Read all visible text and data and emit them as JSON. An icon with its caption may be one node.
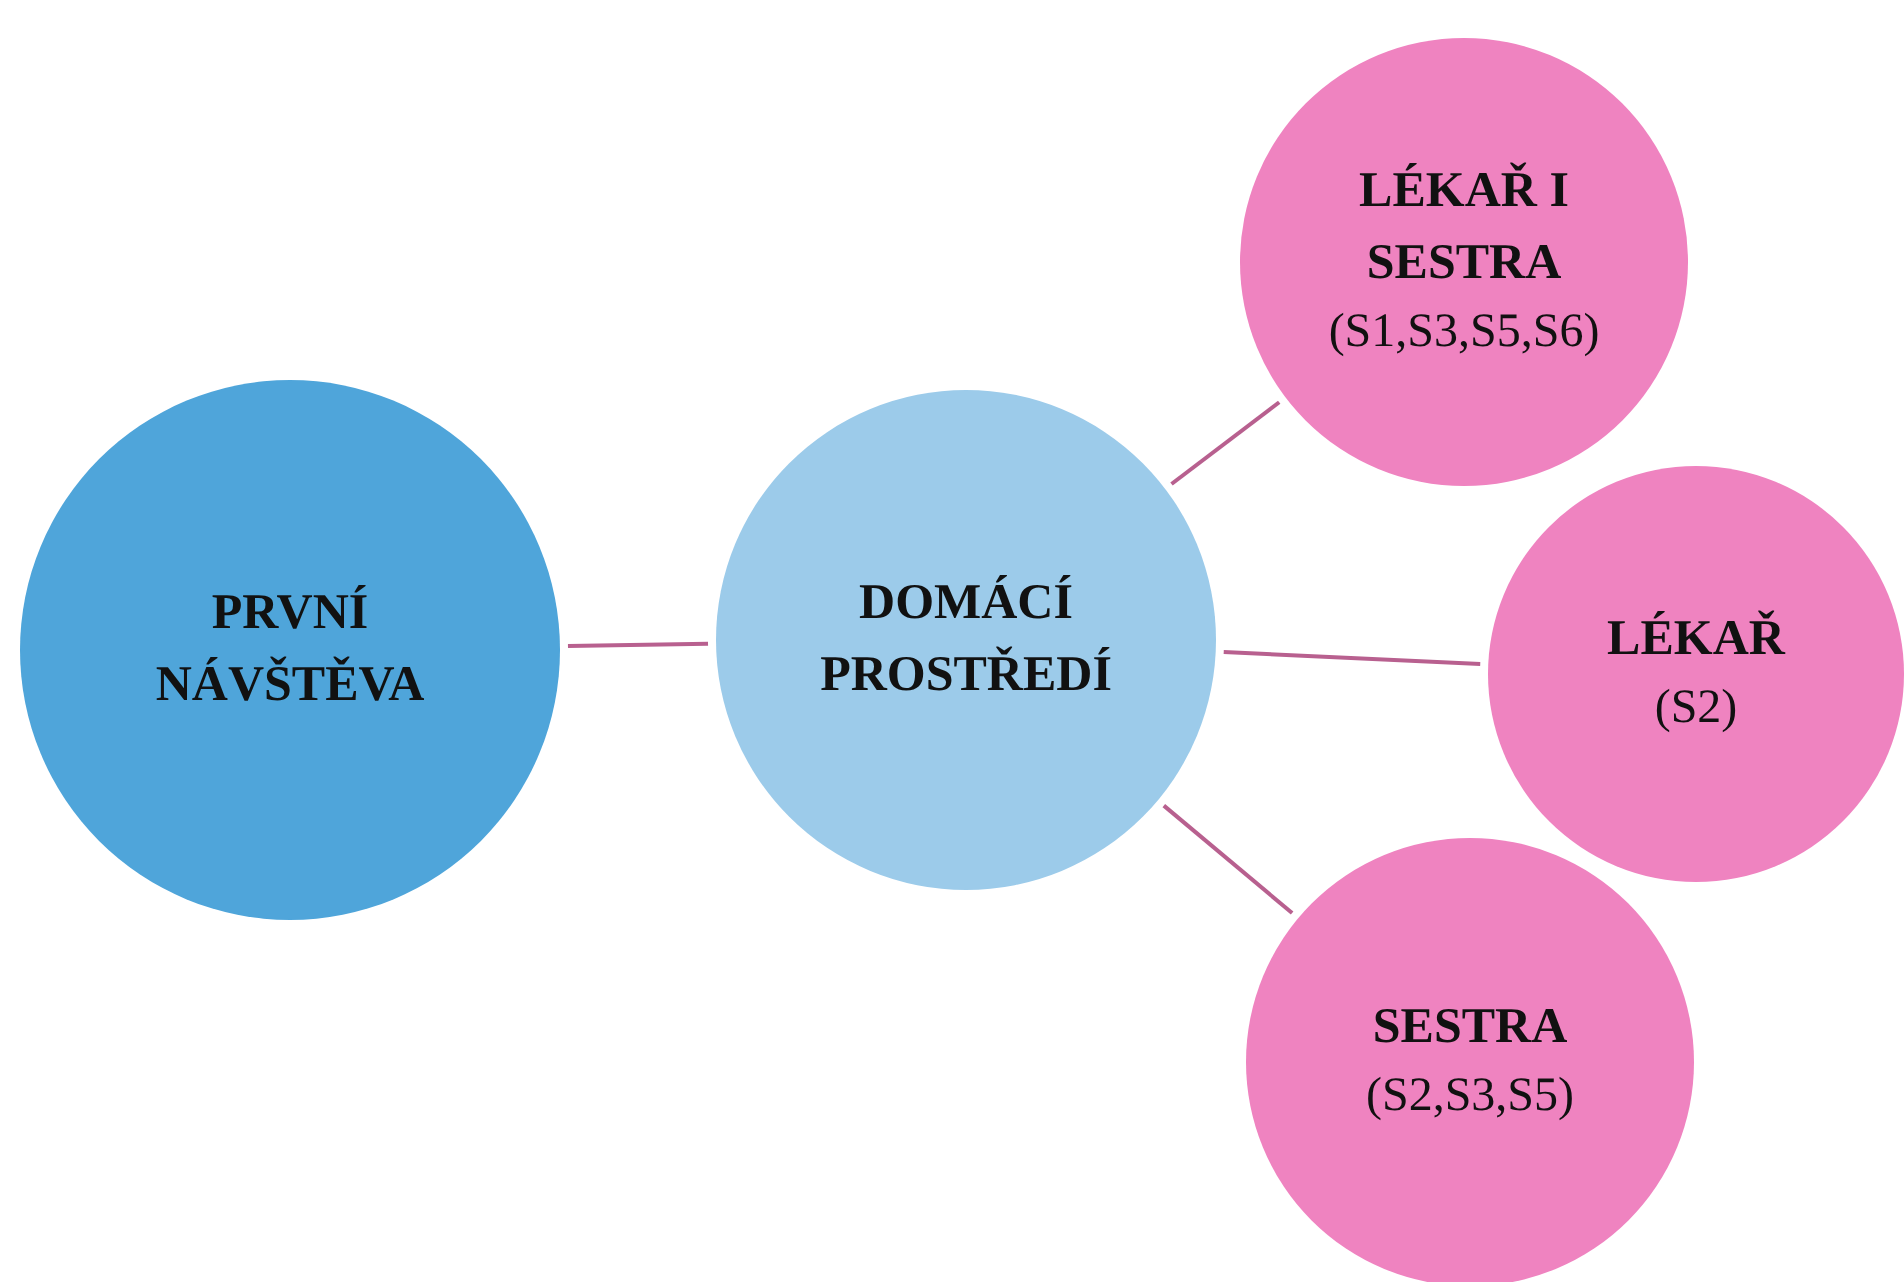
{
  "diagram": {
    "nodes": [
      {
        "text": [
          "PRVNÍ NÁVŠTĚVA"
        ]
      },
      {
        "text": [
          "DOMÁCÍ PROSTŘEDÍ"
        ]
      },
      {
        "text": [
          "LÉKAŘ I SESTRA",
          "(S1,S3,S5,S6)"
        ]
      },
      {
        "text": [
          "LÉKAŘ",
          "(S2)"
        ]
      },
      {
        "text": [
          "SESTRA",
          "(S2,S3,S5)"
        ]
      }
    ],
    "edges": [
      {
        "from": 0,
        "to": 1,
        "arrow": "none"
      },
      {
        "from": 1,
        "to": 2,
        "arrow": "none"
      },
      {
        "from": 1,
        "to": 3,
        "arrow": "none"
      },
      {
        "from": 1,
        "to": 4,
        "arrow": "none"
      }
    ]
  }
}
